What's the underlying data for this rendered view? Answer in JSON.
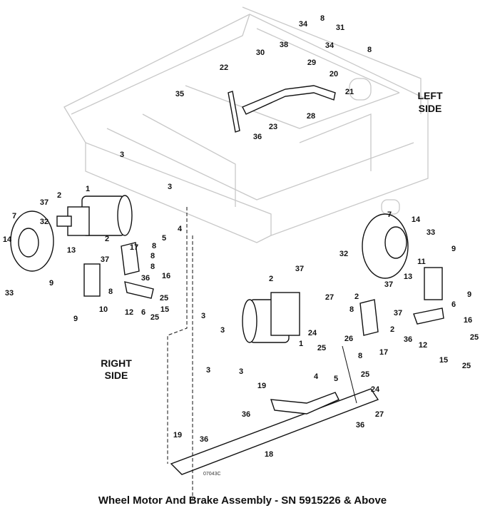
{
  "title": "Wheel Motor And Brake Assembly - SN 5915226 & Above",
  "side_labels": {
    "left": [
      "LEFT",
      "SIDE"
    ],
    "right": [
      "RIGHT",
      "SIDE"
    ]
  },
  "drawing_code": "07043C",
  "callouts": [
    "8",
    "34",
    "31",
    "8",
    "38",
    "34",
    "30",
    "29",
    "20",
    "22",
    "21",
    "35",
    "28",
    "23",
    "36",
    "3",
    "1",
    "2",
    "37",
    "3",
    "7",
    "32",
    "4",
    "5",
    "17",
    "2",
    "8",
    "14",
    "13",
    "37",
    "8",
    "8",
    "36",
    "16",
    "9",
    "8",
    "25",
    "33",
    "12",
    "6",
    "15",
    "25",
    "10",
    "9",
    "7",
    "14",
    "33",
    "32",
    "9",
    "11",
    "37",
    "2",
    "37",
    "13",
    "9",
    "27",
    "2",
    "8",
    "37",
    "6",
    "3",
    "24",
    "36",
    "16",
    "2",
    "25",
    "12",
    "26",
    "25",
    "3",
    "1",
    "17",
    "8",
    "15",
    "3",
    "25",
    "3",
    "4",
    "5",
    "25",
    "24",
    "19",
    "36",
    "27",
    "36",
    "18",
    "19",
    "36"
  ]
}
